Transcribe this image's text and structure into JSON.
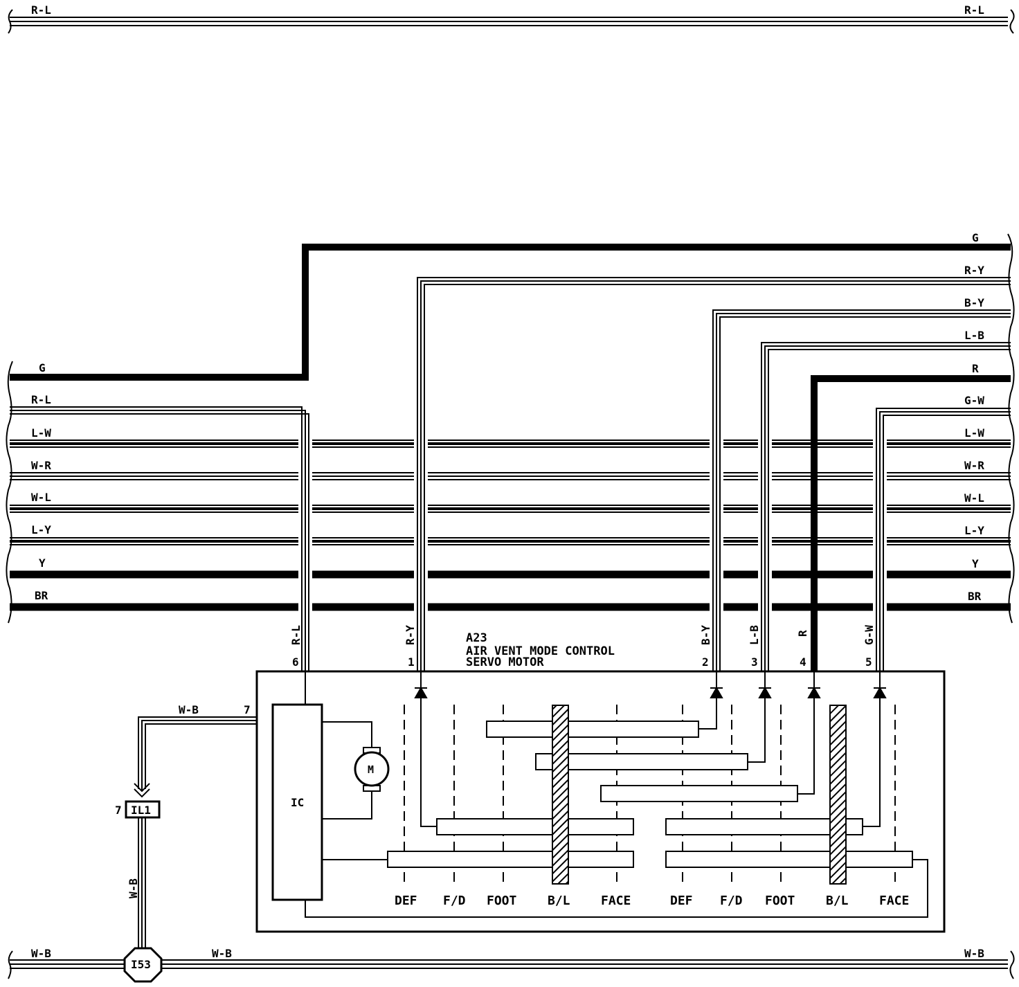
{
  "top_bus": {
    "left_label": "R-L",
    "right_label": "R-L"
  },
  "right_harness_labels": [
    "G",
    "R-Y",
    "B-Y",
    "L-B",
    "R",
    "G-W",
    "L-W",
    "W-R",
    "W-L",
    "L-Y",
    "Y",
    "BR"
  ],
  "left_harness_labels": [
    "G",
    "R-L",
    "L-W",
    "W-R",
    "W-L",
    "L-Y",
    "Y",
    "BR"
  ],
  "component": {
    "id": "A23",
    "name_line1": "AIR VENT MODE CONTROL",
    "name_line2": "SERVO MOTOR",
    "ic_label": "IC",
    "motor_label": "M"
  },
  "pins": [
    {
      "number": "6",
      "wire": "R-L"
    },
    {
      "number": "1",
      "wire": "R-Y"
    },
    {
      "number": "2",
      "wire": "B-Y"
    },
    {
      "number": "3",
      "wire": "L-B"
    },
    {
      "number": "4",
      "wire": "R"
    },
    {
      "number": "5",
      "wire": "G-W"
    },
    {
      "number": "7",
      "wire": "W-B"
    }
  ],
  "positions_left": [
    "DEF",
    "F/D",
    "FOOT",
    "B/L",
    "FACE"
  ],
  "positions_right": [
    "DEF",
    "F/D",
    "FOOT",
    "B/L",
    "FACE"
  ],
  "connector": {
    "id": "IL1",
    "pin": "7",
    "wire": "W-B"
  },
  "ground_wire": "W-B",
  "junction": {
    "id": "I53"
  },
  "bottom_bus": {
    "left_label": "W-B",
    "mid_label": "W-B",
    "right_label": "W-B"
  }
}
